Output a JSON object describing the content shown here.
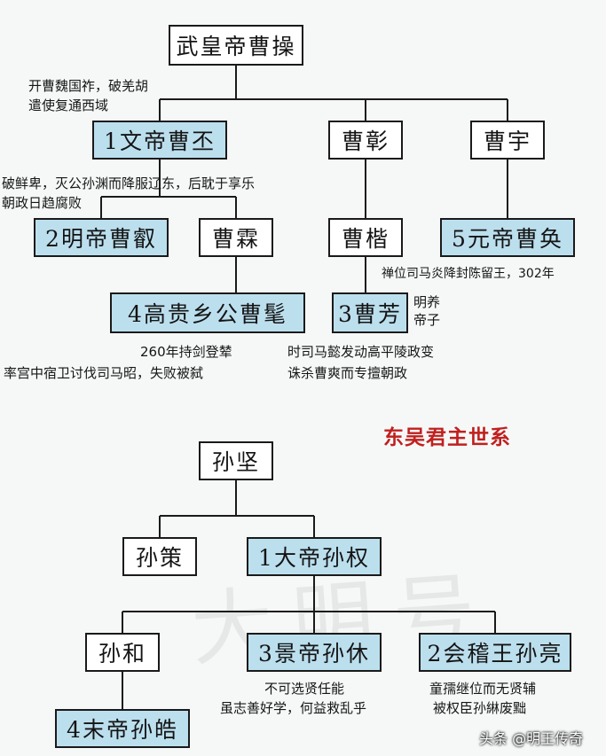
{
  "colors": {
    "ruler_fill": "#bcdfee",
    "box_fill": "#ffffff",
    "border": "#1a1a1a",
    "heading": "#c0201e"
  },
  "wei": {
    "nodes": {
      "cao_cao": "武皇帝曹操",
      "cao_pi": "1文帝曹丕",
      "cao_zhang": "曹彰",
      "cao_yu": "曹宇",
      "cao_rui": "2明帝曹叡",
      "cao_lin": "曹霖",
      "cao_kai": "曹楷",
      "cao_huan": "5元帝曹奂",
      "cao_mao": "4高贵乡公曹髦",
      "cao_fang": "3曹芳"
    },
    "notes": {
      "cao_cao_1": "开曹魏国祚，破羌胡",
      "cao_cao_2": "遣使复通西域",
      "cao_pi_1": "破鲜卑，灭公孙渊而降服辽东，后耽于享乐",
      "cao_pi_2": "朝政日趋腐败",
      "cao_huan": "禅位司马炎降封陈留王，302年",
      "cao_fang_side_1": "明养",
      "cao_fang_side_2": "帝子",
      "cao_mao_1": "260年持剑登辇",
      "cao_mao_2": "率宫中宿卫讨伐司马昭，失败被弑",
      "cao_fang_1": "时司马懿发动高平陵政变",
      "cao_fang_2": "诛杀曹爽而专擅朝政"
    }
  },
  "wu": {
    "heading": "东吴君主世系",
    "nodes": {
      "sun_jian": "孙坚",
      "sun_ce": "孙策",
      "sun_quan": "1大帝孙权",
      "sun_he": "孙和",
      "sun_xiu": "3景帝孙休",
      "sun_liang": "2会稽王孙亮",
      "sun_hao": "4末帝孙皓"
    },
    "notes": {
      "sun_xiu_1": "不可选贤任能",
      "sun_xiu_2": "虽志善好学，何益救乱乎",
      "sun_liang_1": "童孺继位而无贤辅",
      "sun_liang_2": "被权臣孙綝废黜"
    }
  },
  "watermark": "大明号",
  "credit": "头条 @明王传奇"
}
